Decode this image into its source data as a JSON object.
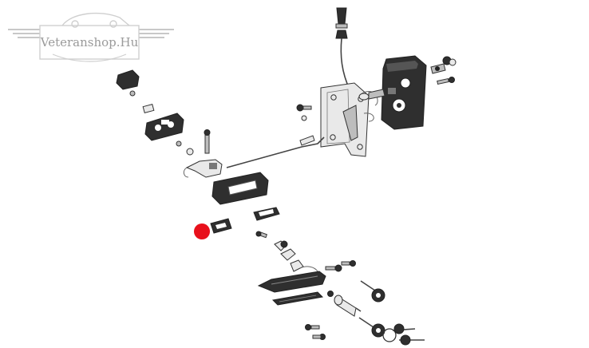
{
  "logo": {
    "text": "Veteranshop.Hu",
    "color": "#9a9a9a"
  },
  "diagram": {
    "highlight_color": "#e8101b",
    "parts": [
      {
        "name": "lock-knob-top"
      },
      {
        "name": "bowden-cable"
      },
      {
        "name": "lock-mechanism-body"
      },
      {
        "name": "backing-plate"
      },
      {
        "name": "push-rod"
      },
      {
        "name": "inner-handle-cap"
      },
      {
        "name": "inner-handle-bezel"
      },
      {
        "name": "handle-lever"
      },
      {
        "name": "handle-gasket-large"
      },
      {
        "name": "handle-gasket-small"
      },
      {
        "name": "seal-pad-highlighted"
      },
      {
        "name": "outer-door-handle"
      },
      {
        "name": "lock-cylinder"
      },
      {
        "name": "key-upper"
      },
      {
        "name": "key-lower"
      }
    ]
  }
}
